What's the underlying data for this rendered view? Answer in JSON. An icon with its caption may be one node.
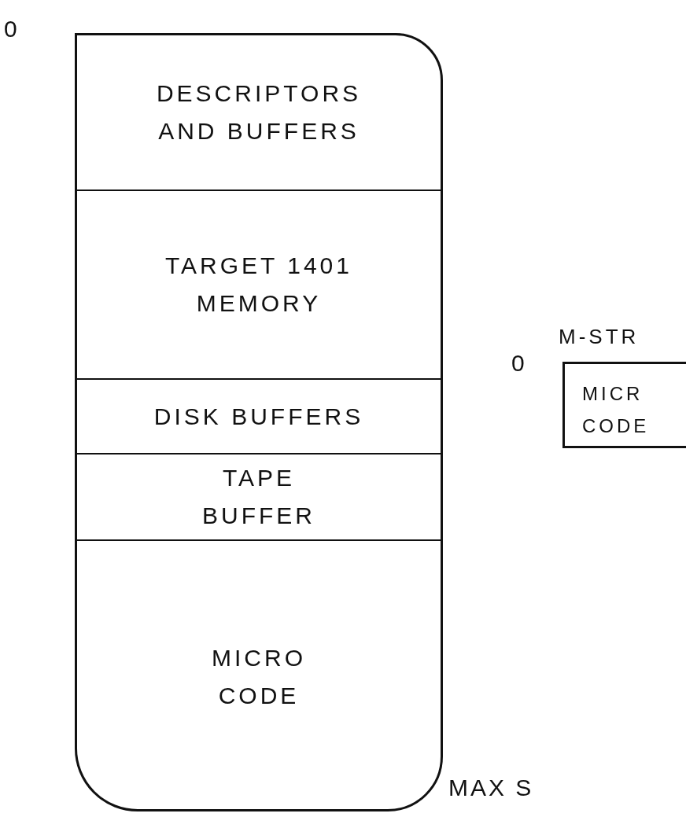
{
  "diagram": {
    "nodes": [
      {
        "text": [],
        "shape": "box"
      },
      {
        "text": [
          "DESCRIPTORS AND BUFFERS"
        ],
        "in": 0
      },
      {
        "text": [
          "TARGET 1401 MEMORY"
        ],
        "in": 0
      },
      {
        "text": [
          "DISK BUFFERS"
        ],
        "in": 0
      },
      {
        "text": [
          "TAPE BUFFER"
        ],
        "in": 0
      },
      {
        "text": [
          "MICRO CODE"
        ],
        "in": 0
      },
      {
        "text": [
          "M-STR",
          "MICR CODE"
        ]
      }
    ],
    "labels": [
      "0",
      "0",
      "MAX S"
    ]
  }
}
